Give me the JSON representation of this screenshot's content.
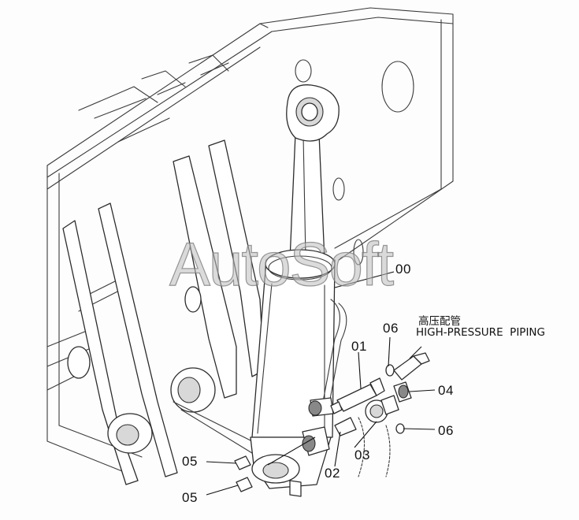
{
  "watermark": "AutoSoft",
  "note": {
    "line1": "高压配管",
    "line2": "HIGH-PRESSURE  PIPING"
  },
  "callouts": {
    "c00": "00",
    "c01": "01",
    "c06_top": "06",
    "c04": "04",
    "c06_right": "06",
    "c03": "03",
    "c02": "02",
    "c05_upper": "05",
    "c05_lower": "05"
  }
}
